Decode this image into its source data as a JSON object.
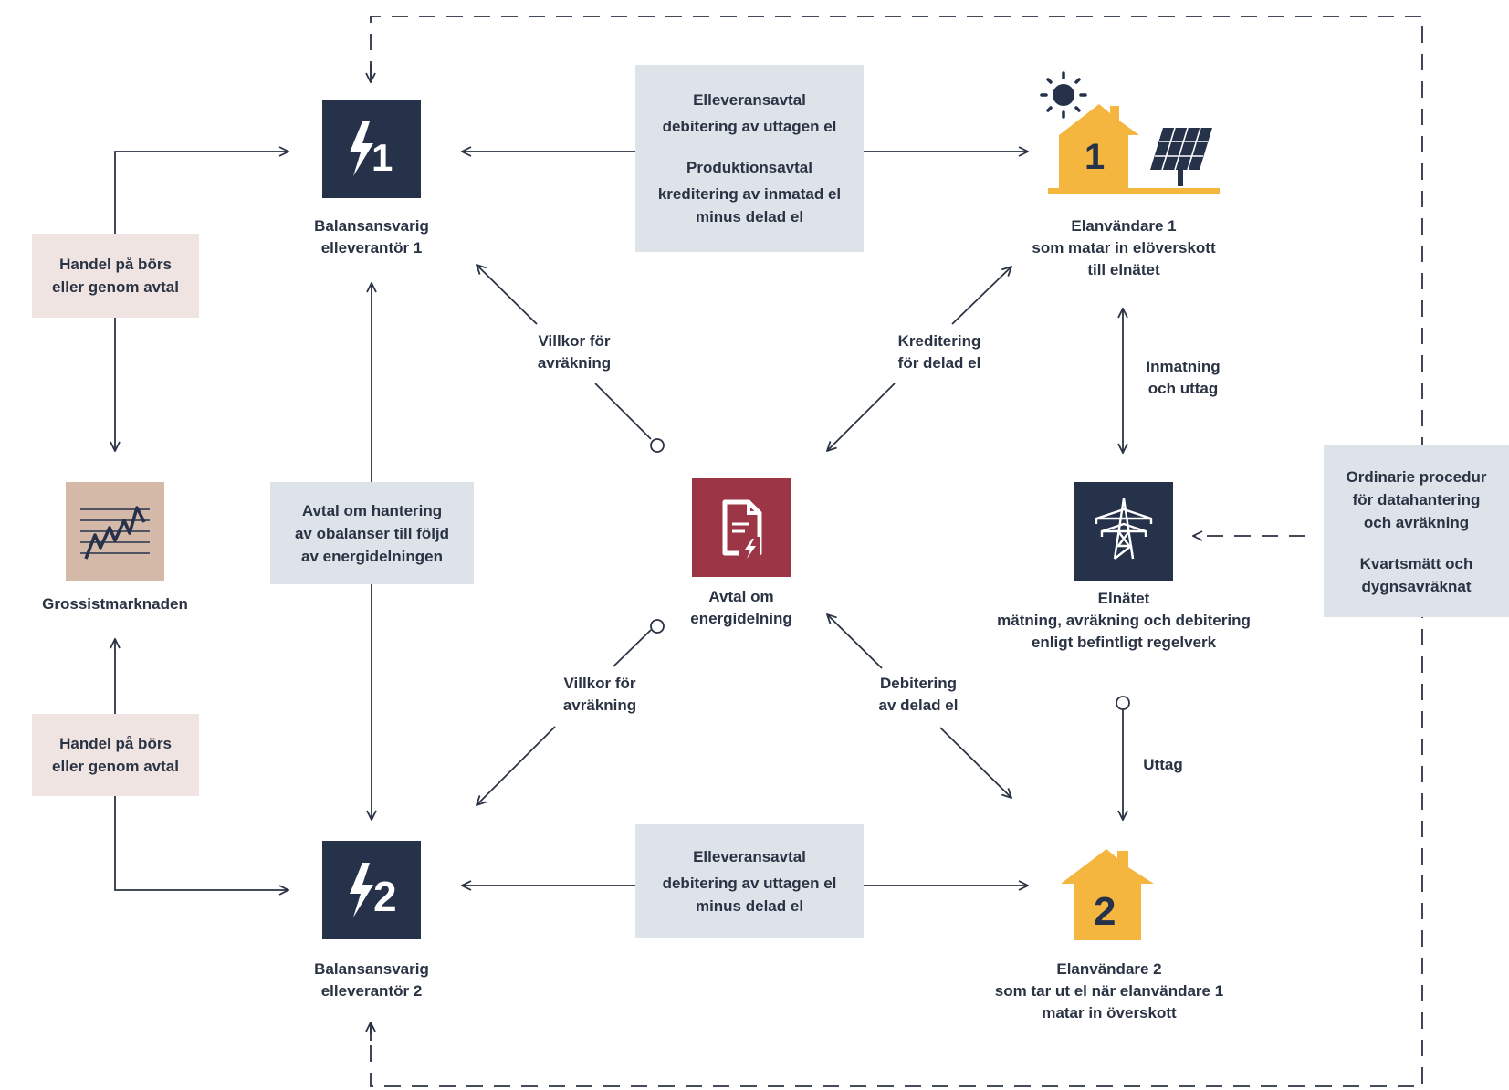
{
  "nodes": {
    "brp1": {
      "glyph": "1",
      "lines": [
        "Balansansvarig",
        "elleverantör 1"
      ]
    },
    "brp2": {
      "glyph": "2",
      "lines": [
        "Balansansvarig",
        "elleverantör 2"
      ]
    },
    "consumer1": {
      "glyph": "1",
      "lines": [
        "Elanvändare 1",
        "som matar in elöverskott",
        "till elnätet"
      ]
    },
    "consumer2": {
      "glyph": "2",
      "lines": [
        "Elanvändare 2",
        "som tar ut el när elanvändare 1",
        "matar in överskott"
      ]
    },
    "agreement": {
      "lines": [
        "Avtal om",
        "energidelning"
      ]
    },
    "grid": {
      "lines": [
        "Elnätet",
        "mätning, avräkning och debitering",
        "enligt befintligt regelverk"
      ]
    },
    "wholesale": {
      "lines": [
        "Grossistmarknaden"
      ]
    }
  },
  "boxes": {
    "contract_top": {
      "lines1": [
        "Elleveransavtal",
        "debitering av uttagen el"
      ],
      "lines2": [
        "Produktionsavtal",
        "kreditering av inmatad el",
        "minus delad el"
      ]
    },
    "contract_bottom": {
      "lines": [
        "Elleveransavtal",
        "debitering av uttagen el",
        "minus delad el"
      ]
    },
    "imbalance": {
      "lines": [
        "Avtal om hantering",
        "av obalanser till följd",
        "av energidelningen"
      ]
    },
    "trade_top": {
      "lines": [
        "Handel på börs",
        "eller genom avtal"
      ]
    },
    "trade_bottom": {
      "lines": [
        "Handel på börs",
        "eller genom avtal"
      ]
    },
    "ordinary": {
      "lines1": [
        "Ordinarie procedur",
        "för datahantering",
        "och avräkning"
      ],
      "lines2": [
        "Kvartsmätt och",
        "dygnsavräknat"
      ]
    }
  },
  "edges": {
    "settle_top": [
      "Villkor för",
      "avräkning"
    ],
    "credit": [
      "Kreditering",
      "för delad el"
    ],
    "feed": [
      "Inmatning",
      "och uttag"
    ],
    "settle_bottom": [
      "Villkor för",
      "avräkning"
    ],
    "debit": [
      "Debitering",
      "av delad el"
    ],
    "withdrawal": [
      "Uttag"
    ]
  },
  "icons": {
    "brp1": "lightning-icon",
    "brp2": "lightning-icon",
    "consumer1": "house-icon",
    "solar": "solar-panel-icon",
    "sun": "sun-icon",
    "consumer2": "house-icon",
    "agreement": "document-lightning-icon",
    "grid": "power-pylon-icon",
    "wholesale": "stock-chart-icon"
  },
  "colors": {
    "dark_tile": "#25324a",
    "agreement_tile": "#9c3545",
    "house": "#f4b63f",
    "market_tile": "#d4b8a8",
    "box_grey": "#dde3e9",
    "box_pink": "#efe4e1",
    "line": "#2a3344"
  }
}
